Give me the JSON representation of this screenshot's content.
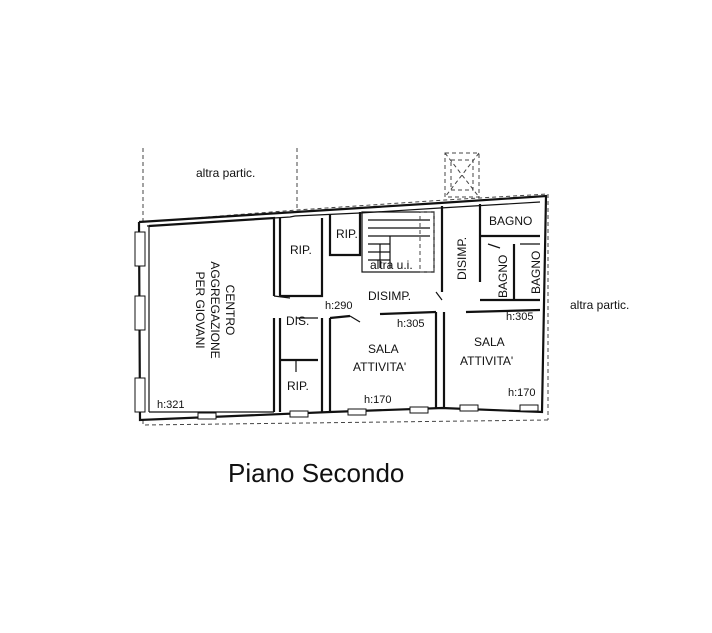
{
  "plan": {
    "title": "Piano Secondo",
    "context_labels": {
      "top": "altra partic.",
      "right": "altra partic.",
      "stair": "altra u.i."
    },
    "rooms": {
      "centro": [
        "CENTRO",
        "AGGREGAZIONE",
        "PER GIOVANI"
      ],
      "rip_a": "RIP.",
      "rip_b": "RIP.",
      "rip_c": "RIP.",
      "dis": "DIS.",
      "disimp_center": "DISIMP.",
      "disimp_vertical": "DISIMP.",
      "bagno_top": "BAGNO",
      "bagno_v1": "BAGNO",
      "bagno_v2": "BAGNO",
      "sala1": [
        "SALA",
        "ATTIVITA'"
      ],
      "sala2": [
        "SALA",
        "ATTIVITA'"
      ]
    },
    "heights": {
      "centro": "h:321",
      "disimp": "h:290",
      "sala1_top": "h:305",
      "sala1_bottom": "h:170",
      "sala2_top": "h:305",
      "sala2_bottom": "h:170"
    }
  }
}
